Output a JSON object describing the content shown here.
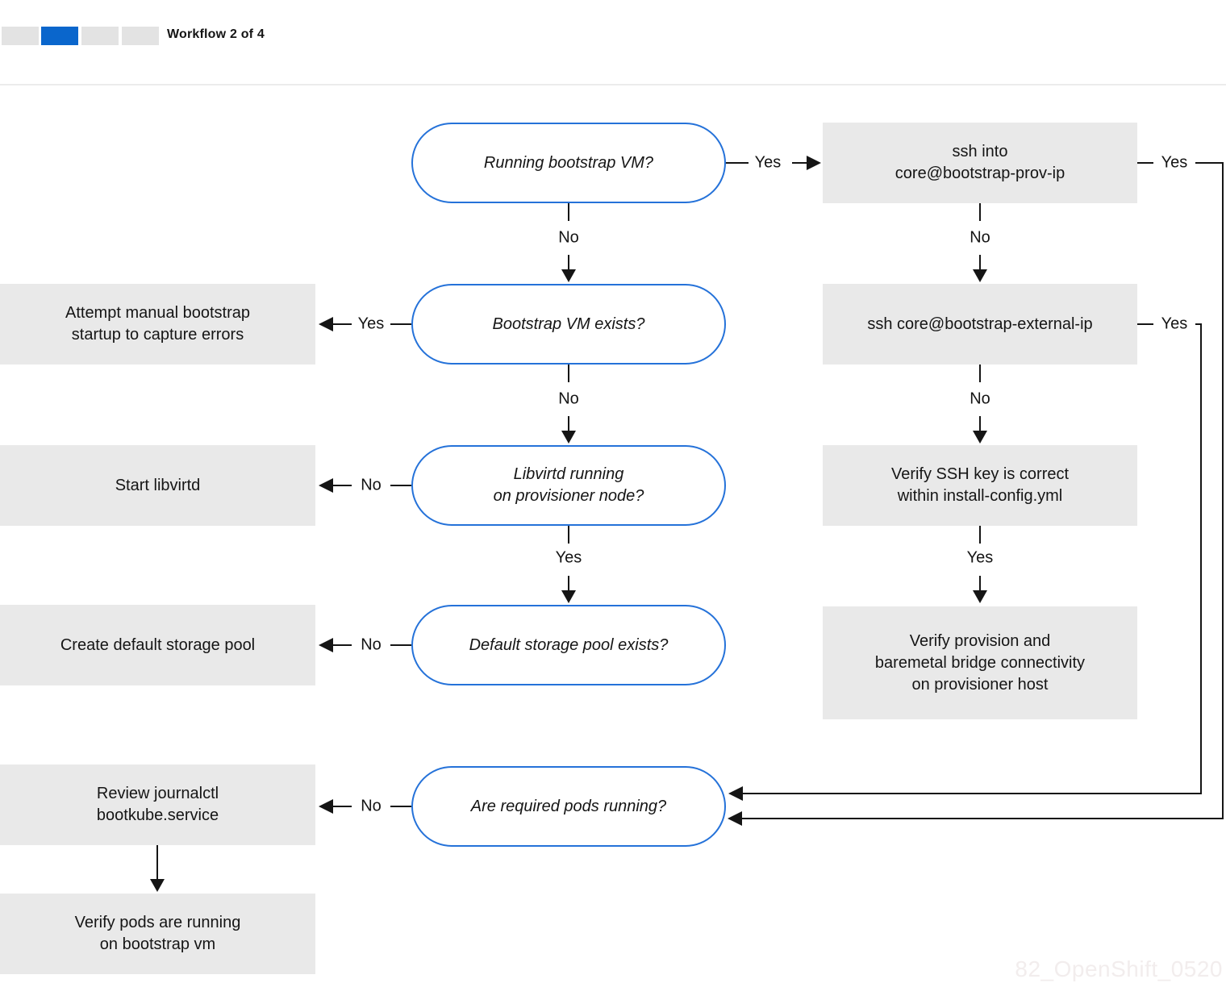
{
  "header": {
    "title": "Workflow 2 of 4",
    "progress": {
      "total_segments": 4,
      "active_segment_index": 1
    }
  },
  "colors": {
    "accent_blue": "#0a66cc",
    "decision_border_blue": "#2572d9",
    "action_box_gray": "#e9e9e9",
    "line_black": "#151515"
  },
  "nodes": {
    "decisions": [
      {
        "label": "Running bootstrap VM?"
      },
      {
        "label": "Bootstrap VM exists?"
      },
      {
        "label": "Libvirtd running\non provisioner node?"
      },
      {
        "label": "Default storage pool exists?"
      },
      {
        "label": "Are required pods running?"
      }
    ],
    "left_actions": [
      {
        "label": "Attempt manual bootstrap\nstartup to capture errors"
      },
      {
        "label": "Start libvirtd"
      },
      {
        "label": "Create default storage pool"
      },
      {
        "label": "Review journalctl\nbootkube.service"
      },
      {
        "label": "Verify pods are running\non bootstrap vm"
      }
    ],
    "right_actions": [
      {
        "label": "ssh into\ncore@bootstrap-prov-ip"
      },
      {
        "label": "ssh core@bootstrap-external-ip"
      },
      {
        "label": "Verify SSH key is correct\nwithin install-config.yml"
      },
      {
        "label": "Verify provision and\nbaremetal bridge connectivity\non provisioner host"
      }
    ]
  },
  "edge_labels": {
    "d1_to_r1": "Yes",
    "r1_to_loop": "Yes",
    "d1_to_d2": "No",
    "r1_to_r2": "No",
    "d2_to_l1": "Yes",
    "r2_to_loop": "Yes",
    "d2_to_d3": "No",
    "r2_to_r3": "No",
    "d3_to_l2": "No",
    "d3_to_d4": "Yes",
    "r3_to_r4": "Yes",
    "d4_to_l3": "No",
    "d5_to_l4": "No"
  },
  "watermark": "82_OpenShift_0520"
}
